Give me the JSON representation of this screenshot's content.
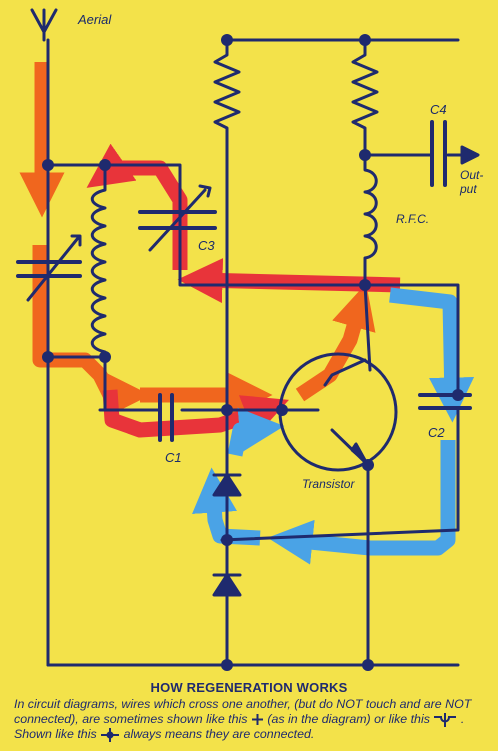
{
  "labels": {
    "aerial": "Aerial",
    "c4": "C4",
    "output_line1": "Out-",
    "output_line2": "put",
    "rfc": "R.F.C.",
    "c3": "C3",
    "c2": "C2",
    "c1": "C1",
    "transistor": "Transistor"
  },
  "caption": {
    "title": "HOW REGENERATION WORKS",
    "part1": "In circuit diagrams, wires which cross one another, (but do NOT touch and are NOT connected), are sometimes shown like this",
    "part2": "(as in the diagram) or like this",
    "part3": ". Shown like this",
    "part4": "always means they are connected."
  },
  "colors": {
    "background": "#f3e24a",
    "wire": "#1f2a6e",
    "arrow_red": "#e8343a",
    "arrow_orange": "#f0661e",
    "arrow_blue": "#4aa3e6"
  },
  "icons": {
    "crossing": "plus-crossing-icon",
    "hop": "hop-crossing-icon",
    "junction": "dot-junction-icon"
  }
}
